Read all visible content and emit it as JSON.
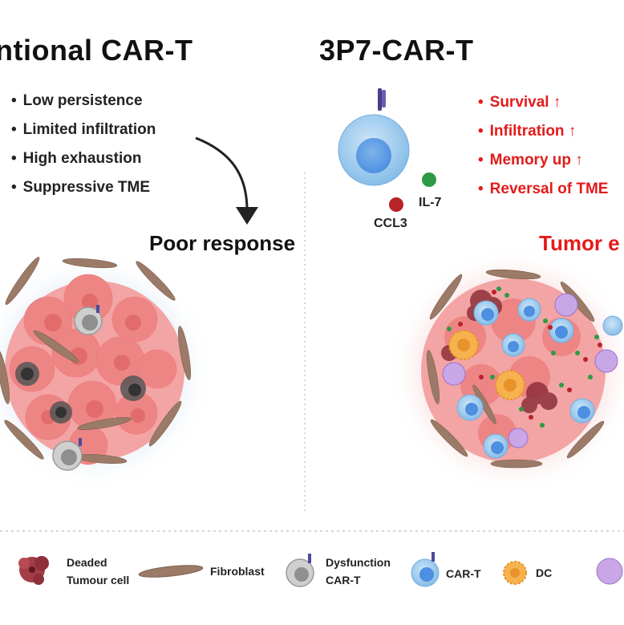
{
  "left": {
    "title": "ntional CAR-T",
    "bullets": [
      "Low persistence",
      "Limited infiltration",
      "High exhaustion",
      "Suppressive TME"
    ],
    "outcome": "Poor response"
  },
  "right": {
    "title": "3P7-CAR-T",
    "bullets": [
      "Survival",
      "Infiltration",
      "Memory up",
      "Reversal of TME"
    ],
    "arrow_glyph": "↑",
    "outcome": "Tumor e",
    "cytokine_1": "IL-7",
    "cytokine_2": "CCL3"
  },
  "bullet_glyph": "•",
  "legend": {
    "dead_tumour": [
      "Deaded",
      "Tumour cell"
    ],
    "fibroblast": "Fibroblast",
    "dysfunction_cart": [
      "Dysfunction",
      "CAR-T"
    ],
    "cart": "CAR-T",
    "dc": "DC"
  },
  "colors": {
    "accent_red": "#e21b1b",
    "tumor_pink": "#ee8a8a",
    "cart_blue": "#8ec5ec",
    "dc_orange": "#f6b24e",
    "fibroblast_brown": "#9b7a67",
    "dysfunction_gray": "#9a9a9a"
  }
}
